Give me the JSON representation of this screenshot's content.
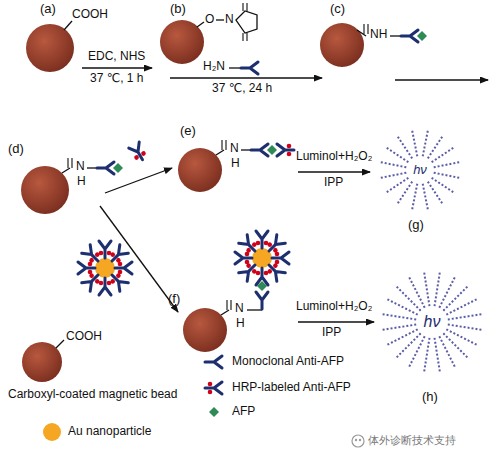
{
  "diagram": {
    "labels": [
      "(a)",
      "COOH",
      "EDC, NHS",
      "37 ℃, 1 h",
      "(b)",
      "O",
      "N",
      "H₂N",
      "37 ℃, 24 h",
      "(c)",
      "NH",
      "(d)",
      "N",
      "H",
      "(e)",
      "N",
      "H",
      "Luminol+H₂O₂",
      "IPP",
      "(g)",
      "hν",
      "(f)",
      "N",
      "H",
      "Luminol+H₂O₂",
      "IPP",
      "(h)",
      "hν",
      "COOH",
      "体外诊断技术支持"
    ],
    "legend": [
      {
        "text": "Carboxyl-coated magnetic bead"
      },
      {
        "text": "Monoclonal Anti-AFP"
      },
      {
        "text": "HRP-labeled Anti-AFP"
      },
      {
        "text": "Au nanoparticle"
      },
      {
        "text": "AFP"
      }
    ]
  }
}
